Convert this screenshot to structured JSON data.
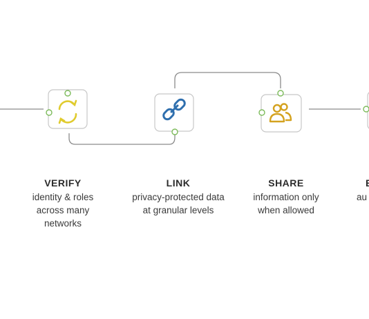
{
  "steps": [
    {
      "title": "VERIFY",
      "description": "identity & roles\nacross many\nnetworks",
      "icon": "refresh-cycle-icon",
      "color": "#e0cb2e"
    },
    {
      "title": "LINK",
      "description": "privacy-protected data\nat granular levels",
      "icon": "chain-link-icon",
      "color": "#2f6fae"
    },
    {
      "title": "SHARE",
      "description": "information only\nwhen allowed",
      "icon": "users-icon",
      "color": "#d4a21f"
    }
  ],
  "partial_step": {
    "title": "E",
    "description": "au"
  },
  "colors": {
    "line": "#8a8a8a",
    "node_green": "#7cbb5a",
    "box_border": "#c7c7c7"
  }
}
